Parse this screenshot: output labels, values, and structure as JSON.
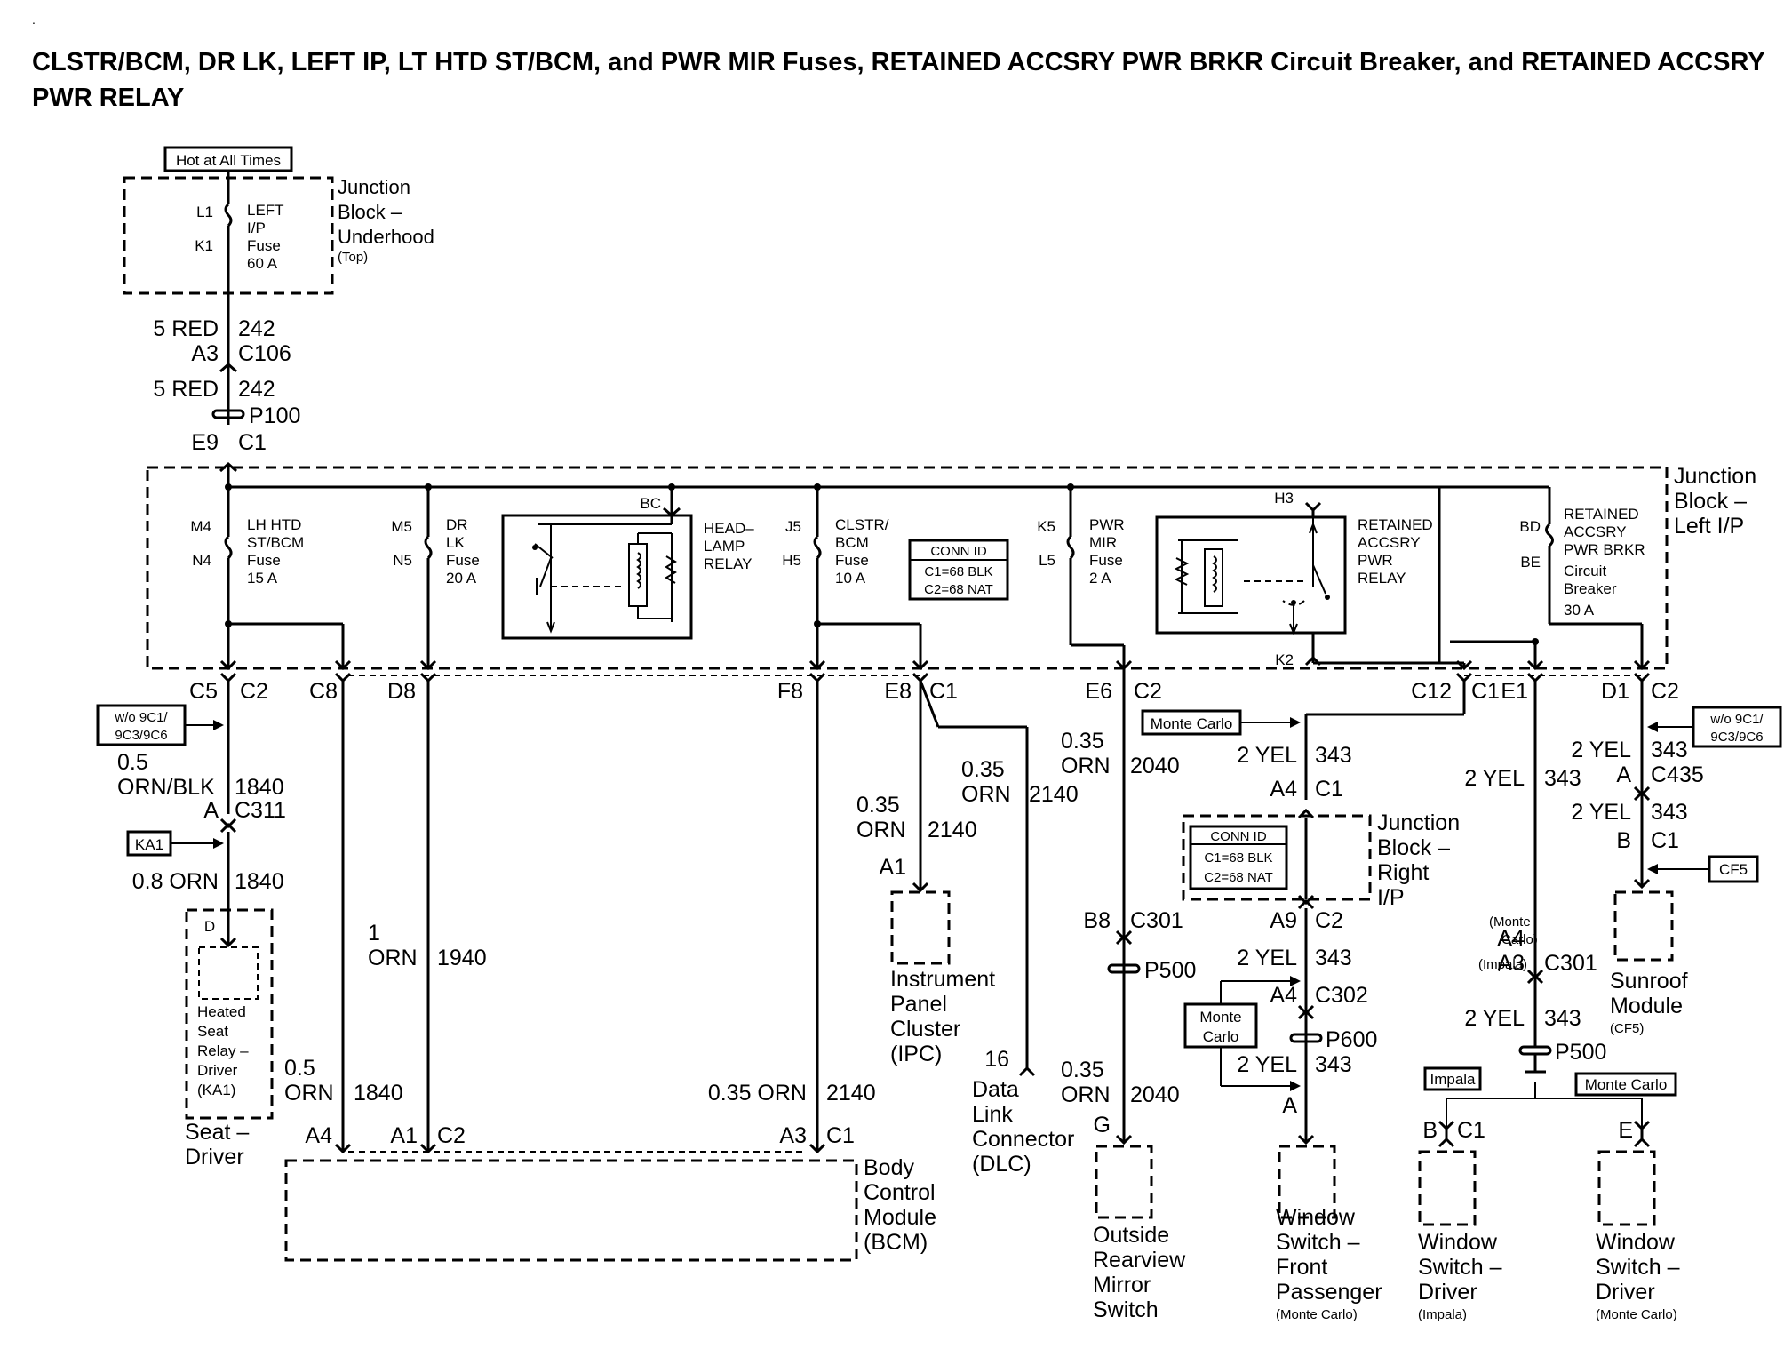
{
  "title": "CLSTR/BCM, DR LK, LEFT IP, LT HTD ST/BCM, and PWR MIR Fuses, RETAINED  ACCSRY PWR BRKR Circuit Breaker, and RETAINED ACCSRY PWR RELAY",
  "corner_mark": ".",
  "hot_label": "Hot at All Times",
  "jb_underhood": {
    "l1": "Junction",
    "l2": "Block –",
    "l3": "Underhood",
    "l4": "(Top)"
  },
  "left_ip_fuse": {
    "pin_top": "L1",
    "pin_bot": "K1",
    "l1": "LEFT",
    "l2": "I/P",
    "l3": "Fuse",
    "l4": "60 A"
  },
  "w242a": {
    "gauge": "5 RED",
    "circuit": "242",
    "pin": "A3",
    "conn": "C106"
  },
  "w242b": {
    "gauge": "5 RED",
    "circuit": "242",
    "splice": "P100",
    "pin": "E9",
    "conn": "C1"
  },
  "jb_left": {
    "l1": "Junction",
    "l2": "Block –",
    "l3": "Left I/P"
  },
  "lh_fuse": {
    "pin_top": "M4",
    "pin_bot": "N4",
    "l1": "LH HTD",
    "l2": "ST/BCM",
    "l3": "Fuse",
    "l4": "15 A"
  },
  "dr_fuse": {
    "pin_top": "M5",
    "pin_bot": "N5",
    "l1": "DR",
    "l2": "LK",
    "l3": "Fuse",
    "l4": "20 A"
  },
  "headlamp": {
    "pin": "BC",
    "l1": "HEAD–",
    "l2": "LAMP",
    "l3": "RELAY"
  },
  "clstr_fuse": {
    "pin_top": "J5",
    "pin_bot": "H5",
    "l1": "CLSTR/",
    "l2": "BCM",
    "l3": "Fuse",
    "l4": "10 A"
  },
  "conn_id_1": {
    "head": "CONN ID",
    "l1": "C1=68 BLK",
    "l2": "C2=68 NAT"
  },
  "pwr_mir_fuse": {
    "pin_top": "K5",
    "pin_bot": "L5",
    "l1": "PWR",
    "l2": "MIR",
    "l3": "Fuse",
    "l4": "2 A"
  },
  "ret_relay": {
    "pin_top": "H3",
    "pin_bot": "K2",
    "l1": "RETAINED",
    "l2": "ACCSRY",
    "l3": "PWR",
    "l4": "RELAY"
  },
  "ret_breaker": {
    "pin_top": "BD",
    "pin_bot": "BE",
    "l1": "RETAINED",
    "l2": "ACCSRY",
    "l3": "PWR BRKR",
    "l4": "Circuit",
    "l5": "Breaker",
    "l6": "30 A"
  },
  "bottom_pins": {
    "c5": "C5",
    "c2a": "C2",
    "c8": "C8",
    "d8": "D8",
    "f8": "F8",
    "e8": "E8",
    "c1a": "C1",
    "e6": "E6",
    "c2b": "C2",
    "c12": "C12",
    "c1b": "C1",
    "e1": "E1",
    "d1": "D1",
    "c2c": "C2"
  },
  "opt_left": {
    "l1": "w/o 9C1/",
    "l2": "9C3/9C6"
  },
  "w1840": {
    "gauge1": "0.5",
    "gauge2": "ORN/BLK",
    "circuit": "1840",
    "pin": "A",
    "conn": "C311"
  },
  "ka1_tag": "KA1",
  "w1840b": {
    "gauge": "0.8 ORN",
    "circuit": "1840"
  },
  "seat": {
    "pin": "D",
    "l1": "Heated",
    "l2": "Seat",
    "l3": "Relay –",
    "l4": "Driver",
    "l5": "(KA1)",
    "n1": "Seat –",
    "n2": "Driver"
  },
  "w1940": {
    "gauge1": "1",
    "gauge2": "ORN",
    "circuit": "1940"
  },
  "w1840c": {
    "gauge1": "0.5",
    "gauge2": "ORN",
    "circuit": "1840"
  },
  "w2140bcm": {
    "gauge": "0.35 ORN",
    "circuit": "2140"
  },
  "bcm": {
    "a4": "A4",
    "a1": "A1",
    "c2": "C2",
    "a3": "A3",
    "c1": "C1",
    "l1": "Body",
    "l2": "Control",
    "l3": "Module",
    "l4": "(BCM)"
  },
  "w2140ipc": {
    "gauge1": "0.35",
    "gauge2": "ORN",
    "circuit": "2140",
    "pin": "A1"
  },
  "ipc": {
    "l1": "Instrument",
    "l2": "Panel",
    "l3": "Cluster",
    "l4": "(IPC)"
  },
  "w2140dlc": {
    "gauge1": "0.35",
    "gauge2": "ORN",
    "circuit": "2140",
    "pin": "16"
  },
  "dlc": {
    "l1": "Data",
    "l2": "Link",
    "l3": "Connector",
    "l4": "(DLC)"
  },
  "w2040": {
    "gauge1": "0.35",
    "gauge2": "ORN",
    "circuit": "2040",
    "pin": "B8",
    "conn": "C301",
    "splice": "P500"
  },
  "w2040b": {
    "gauge1": "0.35",
    "gauge2": "ORN",
    "circuit": "2040",
    "pin": "G"
  },
  "mirror": {
    "l1": "Outside",
    "l2": "Rearview",
    "l3": "Mirror",
    "l4": "Switch"
  },
  "monte_carlo_tag": "Monte Carlo",
  "w343a": {
    "gauge": "2 YEL",
    "circuit": "343",
    "pin": "A4",
    "conn": "C1"
  },
  "jb_right": {
    "l1": "Junction",
    "l2": "Block –",
    "l3": "Right",
    "l4": "I/P"
  },
  "conn_id_2": {
    "head": "CONN ID",
    "l1": "C1=68 BLK",
    "l2": "C2=68 NAT"
  },
  "w343b": {
    "gauge": "2 YEL",
    "circuit": "343",
    "pin": "A9",
    "conn": "C2"
  },
  "w343c": {
    "pin": "A4",
    "conn": "C302",
    "splice": "P600",
    "gauge": "2 YEL",
    "circuit": "343",
    "pin2": "A"
  },
  "monte_box": {
    "l1": "Monte",
    "l2": "Carlo"
  },
  "front_pass": {
    "l1": "Window",
    "l2": "Switch –",
    "l3": "Front",
    "l4": "Passenger",
    "l5": "(Monte Carlo)"
  },
  "w343e1": {
    "gauge": "2 YEL",
    "circuit": "343"
  },
  "c301b": {
    "monte": "(Monte",
    "carlo": "Carlo)",
    "a4": "A4",
    "impala": "(Impala)",
    "a3": "A3",
    "conn": "C301"
  },
  "w343e1b": {
    "gauge": "2 YEL",
    "circuit": "343",
    "splice": "P500"
  },
  "impala_tag": "Impala",
  "monte_tag2": "Monte Carlo",
  "drv_imp": {
    "pin": "B",
    "conn": "C1",
    "l1": "Window",
    "l2": "Switch –",
    "l3": "Driver",
    "l4": "(Impala)"
  },
  "drv_mc": {
    "pin": "E",
    "l1": "Window",
    "l2": "Switch –",
    "l3": "Driver",
    "l4": "(Monte Carlo)"
  },
  "opt_right": {
    "l1": "w/o 9C1/",
    "l2": "9C3/9C6"
  },
  "w343d1": {
    "gauge": "2 YEL",
    "circuit": "343",
    "pin": "A",
    "conn": "C435"
  },
  "w343d2": {
    "gauge": "2 YEL",
    "circuit": "343",
    "pin": "B",
    "conn": "C1"
  },
  "cf5_tag": "CF5",
  "sunroof": {
    "l1": "Sunroof",
    "l2": "Module",
    "l3": "(CF5)"
  }
}
